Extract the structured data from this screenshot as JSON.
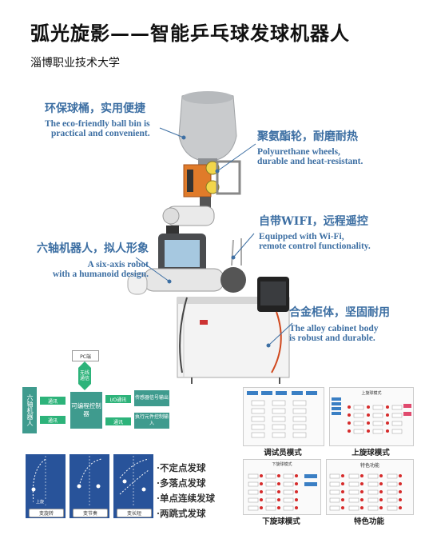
{
  "header": {
    "title": "弧光旋影——智能乒乓球发球机器人",
    "subtitle": "淄博职业技术大学"
  },
  "callouts": [
    {
      "cn": "环保球桶，实用便捷",
      "en1": "The eco-friendly ball bin is",
      "en2": "practical and convenient."
    },
    {
      "cn": "聚氨酯轮，耐磨耐热",
      "en1": "Polyurethane wheels,",
      "en2": "durable and heat-resistant."
    },
    {
      "cn": "自带WIFI，远程遥控",
      "en1": "Equipped with Wi-Fi,",
      "en2": "remote control functionality."
    },
    {
      "cn": "六轴机器人，拟人形象",
      "en1": "A six-axis robot",
      "en2": "with a humanoid design."
    },
    {
      "cn": "合金柜体，坚固耐用",
      "en1": "The alloy cabinet body",
      "en2": "is robust and durable."
    }
  ],
  "diagram": {
    "pc": "PC端",
    "comm": "无线通信",
    "robot": "六轴机器人",
    "plc": "可编程控制器",
    "sensor": "传感器信号输出",
    "actuator": "执行元件控制输入",
    "arrow_left_top": "通讯",
    "arrow_left_bottom": "通讯",
    "arrow_right_top": "I/O通讯",
    "arrow_right_bottom": "通讯"
  },
  "courts": [
    {
      "label": "变旋转"
    },
    {
      "label": "变节奏"
    },
    {
      "label": "变长短"
    }
  ],
  "court_tag": "上旋",
  "features": [
    "·不定点发球",
    "·多落点发球",
    "·单点连续发球",
    "·两跳式发球"
  ],
  "panels": [
    {
      "caption": "调试员模式",
      "heading": ""
    },
    {
      "caption": "上旋球模式",
      "heading": "上旋球模式"
    },
    {
      "caption": "下旋球模式",
      "heading": "下旋球模式"
    },
    {
      "caption": "特色功能",
      "heading": "特色功能"
    }
  ],
  "colors": {
    "accent": "#3d6fa3",
    "diagram_teal": "#3f9b8e",
    "arrow_green": "#2db37a",
    "court_blue": "#28539a",
    "indicator_red": "#d62a2a"
  }
}
